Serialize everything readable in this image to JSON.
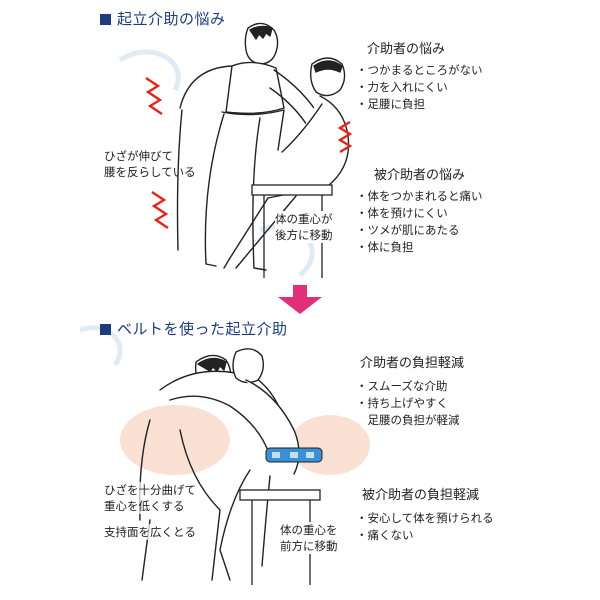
{
  "colors": {
    "heading": "#1c3d7a",
    "arrow": "#e0307a",
    "strain": "#e0261c",
    "belt": "#3b8fd6",
    "glow": "#f6c9b0"
  },
  "section1": {
    "heading": "起立介助の悩み",
    "caregiver_title": "介助者の悩み",
    "caregiver_items": [
      "つかまるところがない",
      "力を入れにくい",
      "足腰に負担"
    ],
    "recipient_title": "被介助者の悩み",
    "recipient_items": [
      "体をつかまれると痛い",
      "体を預けにくい",
      "ツメが肌にあたる",
      "体に負担"
    ],
    "note_knee": "ひざが伸びて\n腰を反らしている",
    "note_center": "体の重心が\n後方に移動"
  },
  "section2": {
    "heading": "ベルトを使った起立介助",
    "caregiver_title": "介助者の負担軽減",
    "caregiver_items": [
      "スムーズな介助",
      "持ち上げやすく"
    ],
    "caregiver_cont": "足腰の負担が軽減",
    "recipient_title": "被介助者の負担軽減",
    "recipient_items": [
      "安心して体を預けられる",
      "痛くない"
    ],
    "note_knee": "ひざを十分曲げて\n重心を低くする",
    "note_support": "支持面を広くとる",
    "note_center": "体の重心を\n前方に移動"
  }
}
